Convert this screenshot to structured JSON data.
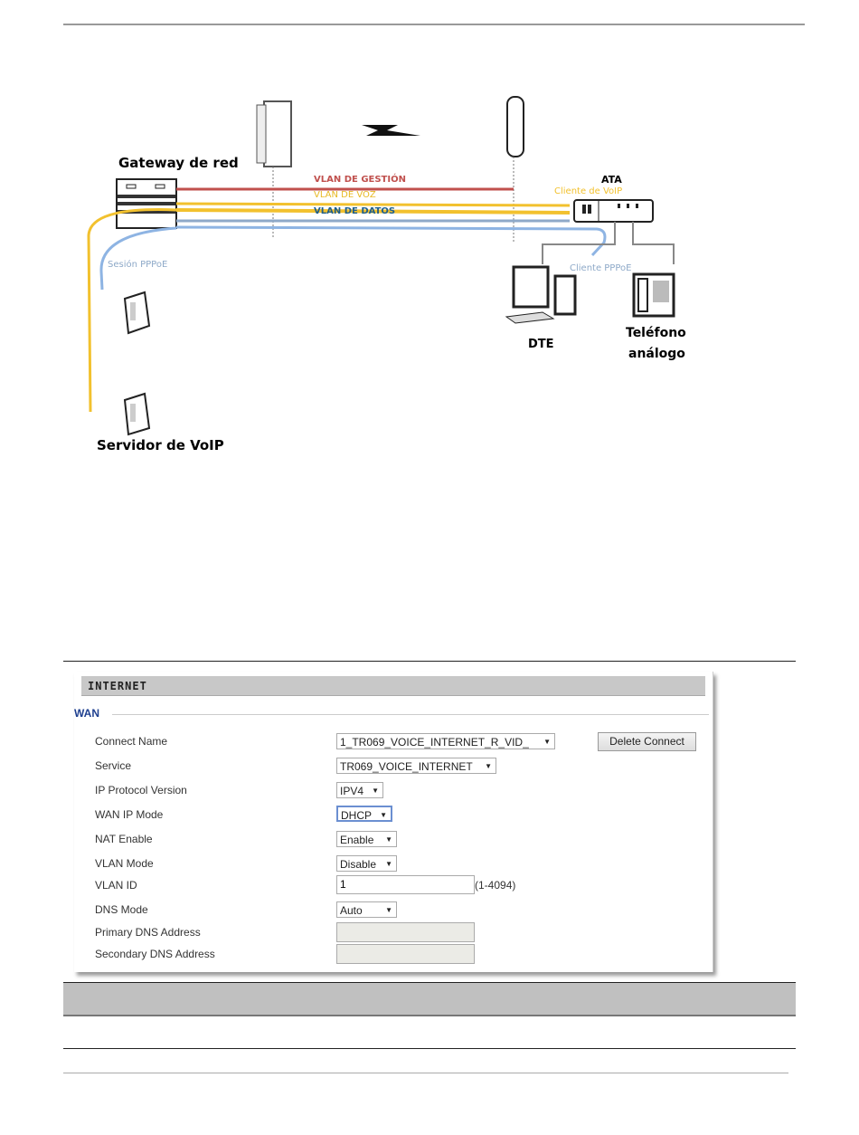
{
  "diagram": {
    "gateway_label": "Gateway de red",
    "vlan_management": "VLAN DE GESTIÓN",
    "vlan_voice": "VLAN DE VOZ",
    "vlan_data": "VLAN DE DATOS",
    "ata_label": "ATA",
    "voip_client": "Cliente de VoIP",
    "pppoe_session": "Sesión PPPoE",
    "pppoe_client": "Cliente PPPoE",
    "dte_label": "DTE",
    "phone_label_1": "Teléfono",
    "phone_label_2": "análogo",
    "voip_server_label": "Servidor de VoIP",
    "colors": {
      "management": "#c0504d",
      "voice": "#f2c12e",
      "data": "#4f81bd",
      "pppoe": "#8eb4e3"
    }
  },
  "panel": {
    "title": "INTERNET",
    "section": "WAN",
    "fields": [
      {
        "label": "Connect Name",
        "value": "1_TR069_VOICE_INTERNET_R_VID_"
      },
      {
        "label": "Service",
        "value": "TR069_VOICE_INTERNET"
      },
      {
        "label": "IP Protocol Version",
        "value": "IPV4"
      },
      {
        "label": "WAN IP Mode",
        "value": "DHCP"
      },
      {
        "label": "NAT Enable",
        "value": "Enable"
      },
      {
        "label": "VLAN Mode",
        "value": "Disable"
      },
      {
        "label": "VLAN ID",
        "value": "1",
        "hint": "(1-4094)"
      },
      {
        "label": "DNS Mode",
        "value": "Auto"
      },
      {
        "label": "Primary DNS Address",
        "value": ""
      },
      {
        "label": "Secondary DNS Address",
        "value": ""
      }
    ],
    "delete_button": "Delete Connect"
  }
}
